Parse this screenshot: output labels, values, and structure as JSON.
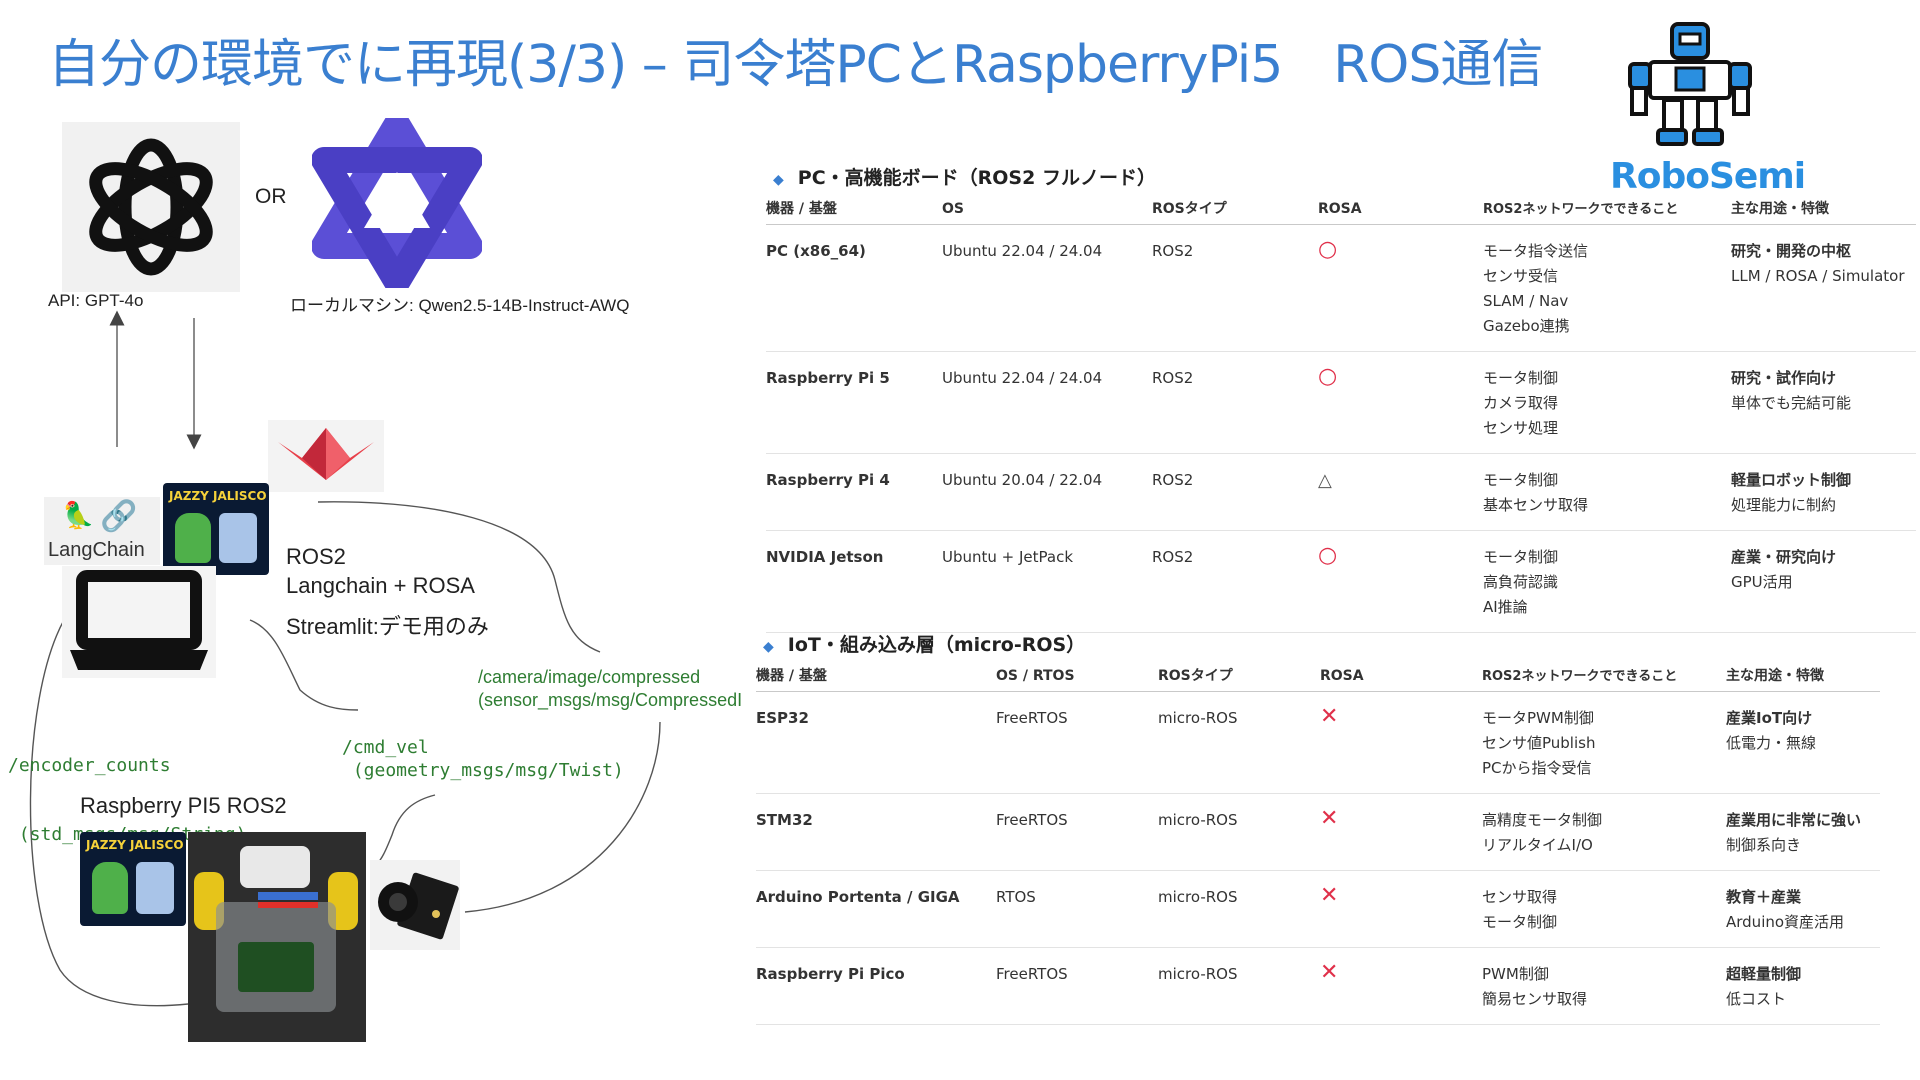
{
  "title": "自分の環境でに再現(3/3) – 司令塔PCとRaspberryPi5　ROS通信",
  "brand": {
    "logo_text": "RoboSemi"
  },
  "diagram": {
    "or_label": "OR",
    "api_label": "API: GPT-4o",
    "local_label": "ローカルマシン: Qwen2.5-14B-Instruct-AWQ",
    "langchain_label": "LangChain",
    "jazzy_label": "JAZZY JALISCO",
    "pc_stack": [
      "ROS2",
      "Langchain + ROSA",
      "Streamlit:デモ用のみ"
    ],
    "camera_topic": [
      "/camera/image/compressed",
      "(sensor_msgs/msg/CompressedI"
    ],
    "encoder_topic": [
      "/encoder_counts",
      " (std_msgs/msg/String)"
    ],
    "cmd_topic": [
      "/cmd_vel",
      " (geometry_msgs/msg/Twist)"
    ],
    "pi_label": "Raspberry PI5 ROS2"
  },
  "section1": {
    "heading": "PC・高機能ボード（ROS2 フルノード）",
    "columns": [
      "機器 / 基盤",
      "OS",
      "ROSタイプ",
      "ROSA",
      "ROS2ネットワークでできること",
      "主な用途・特徴"
    ],
    "rows": [
      {
        "device": "PC (x86_64)",
        "os": "Ubuntu 22.04 / 24.04",
        "ros": "ROS2",
        "rosa": "o",
        "can": [
          "モータ指令送信",
          "センサ受信",
          "SLAM / Nav",
          "Gazebo連携"
        ],
        "use_head": "研究・開発の中枢",
        "use_sub": "LLM / ROSA / Simulator"
      },
      {
        "device": "Raspberry Pi 5",
        "os": "Ubuntu 22.04 / 24.04",
        "ros": "ROS2",
        "rosa": "o",
        "can": [
          "モータ制御",
          "カメラ取得",
          "センサ処理"
        ],
        "use_head": "研究・試作向け",
        "use_sub": "単体でも完結可能"
      },
      {
        "device": "Raspberry Pi 4",
        "os": "Ubuntu 20.04 / 22.04",
        "ros": "ROS2",
        "rosa": "t",
        "can": [
          "モータ制御",
          "基本センサ取得"
        ],
        "use_head": "軽量ロボット制御",
        "use_sub": "処理能力に制約"
      },
      {
        "device": "NVIDIA Jetson",
        "os": "Ubuntu + JetPack",
        "ros": "ROS2",
        "rosa": "o",
        "can": [
          "モータ制御",
          "高負荷認識",
          "AI推論"
        ],
        "use_head": "産業・研究向け",
        "use_sub": "GPU活用"
      }
    ]
  },
  "section2": {
    "heading": "IoT・組み込み層（micro-ROS）",
    "columns": [
      "機器 / 基盤",
      "OS / RTOS",
      "ROSタイプ",
      "ROSA",
      "ROS2ネットワークでできること",
      "主な用途・特徴"
    ],
    "rows": [
      {
        "device": "ESP32",
        "os": "FreeRTOS",
        "ros": "micro-ROS",
        "rosa": "x",
        "can": [
          "モータPWM制御",
          "センサ値Publish",
          "PCから指令受信"
        ],
        "use_head": "産業IoT向け",
        "use_sub": "低電力・無線"
      },
      {
        "device": "STM32",
        "os": "FreeRTOS",
        "ros": "micro-ROS",
        "rosa": "x",
        "can": [
          "高精度モータ制御",
          "リアルタイムI/O"
        ],
        "use_head": "産業用に非常に強い",
        "use_sub": "制御系向き"
      },
      {
        "device": "Arduino Portenta / GIGA",
        "os": "RTOS",
        "ros": "micro-ROS",
        "rosa": "x",
        "can": [
          "センサ取得",
          "モータ制御"
        ],
        "use_head": "教育＋産業",
        "use_sub": "Arduino資産活用"
      },
      {
        "device": "Raspberry Pi Pico",
        "os": "FreeRTOS",
        "ros": "micro-ROS",
        "rosa": "x",
        "can": [
          "PWM制御",
          "簡易センサ取得"
        ],
        "use_head": "超軽量制御",
        "use_sub": "低コスト"
      }
    ]
  },
  "marks": {
    "o": "○",
    "t": "△",
    "x": "✕"
  }
}
